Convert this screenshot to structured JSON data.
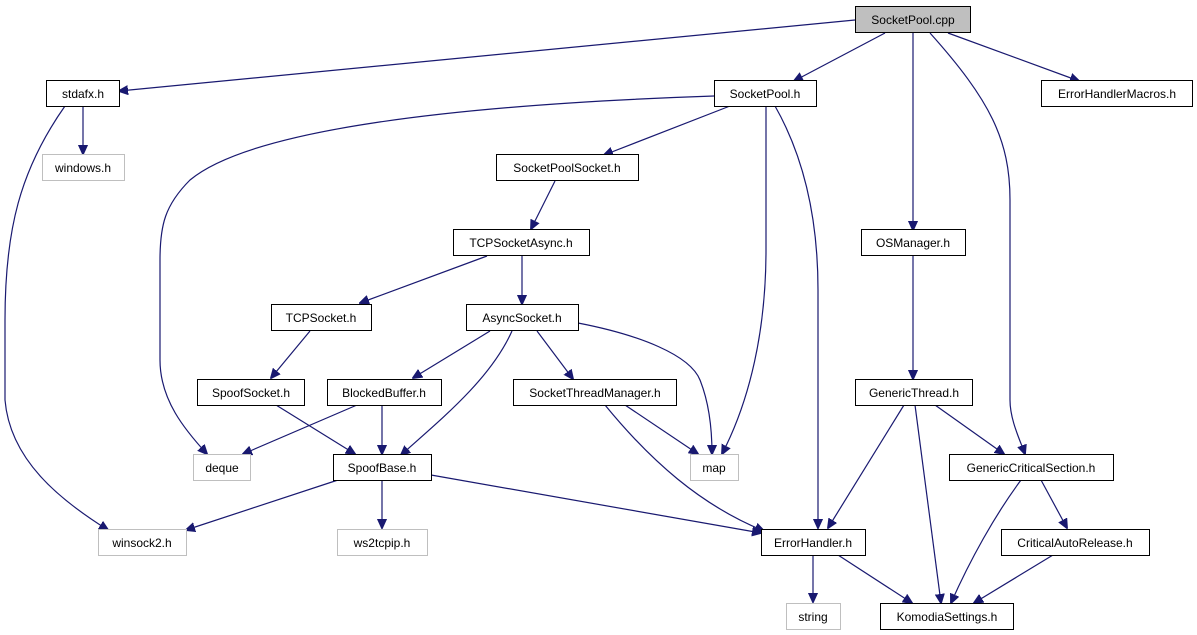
{
  "diagram": {
    "colors": {
      "edge": "#191970",
      "root_fill": "#bfbfbf",
      "box_border": "#000000",
      "external_border": "#bfbfbf",
      "background": "#ffffff"
    },
    "nodes": {
      "socketpool_cpp": {
        "label": "SocketPool.cpp",
        "kind": "root"
      },
      "stdafx_h": {
        "label": "stdafx.h",
        "kind": "project"
      },
      "socketpool_h": {
        "label": "SocketPool.h",
        "kind": "project"
      },
      "errorhandlermacros_h": {
        "label": "ErrorHandlerMacros.h",
        "kind": "project"
      },
      "windows_h": {
        "label": "windows.h",
        "kind": "external"
      },
      "socketpoolsocket_h": {
        "label": "SocketPoolSocket.h",
        "kind": "project"
      },
      "tcpsocketasync_h": {
        "label": "TCPSocketAsync.h",
        "kind": "project"
      },
      "osmanager_h": {
        "label": "OSManager.h",
        "kind": "project"
      },
      "tcpsocket_h": {
        "label": "TCPSocket.h",
        "kind": "project"
      },
      "asyncsocket_h": {
        "label": "AsyncSocket.h",
        "kind": "project"
      },
      "spoofsocket_h": {
        "label": "SpoofSocket.h",
        "kind": "project"
      },
      "blockedbuffer_h": {
        "label": "BlockedBuffer.h",
        "kind": "project"
      },
      "socketthreadmanager_h": {
        "label": "SocketThreadManager.h",
        "kind": "project"
      },
      "genericthread_h": {
        "label": "GenericThread.h",
        "kind": "project"
      },
      "deque": {
        "label": "deque",
        "kind": "external"
      },
      "spoofbase_h": {
        "label": "SpoofBase.h",
        "kind": "project"
      },
      "map": {
        "label": "map",
        "kind": "external"
      },
      "genericcriticalsection_h": {
        "label": "GenericCriticalSection.h",
        "kind": "project"
      },
      "winsock2_h": {
        "label": "winsock2.h",
        "kind": "external"
      },
      "ws2tcpip_h": {
        "label": "ws2tcpip.h",
        "kind": "external"
      },
      "errorhandler_h": {
        "label": "ErrorHandler.h",
        "kind": "project"
      },
      "criticalautorelease_h": {
        "label": "CriticalAutoRelease.h",
        "kind": "project"
      },
      "string": {
        "label": "string",
        "kind": "external"
      },
      "komodiasettings_h": {
        "label": "KomodiaSettings.h",
        "kind": "project"
      }
    },
    "edges": [
      {
        "from": "socketpool_cpp",
        "to": "stdafx_h"
      },
      {
        "from": "socketpool_cpp",
        "to": "socketpool_h"
      },
      {
        "from": "socketpool_cpp",
        "to": "errorhandlermacros_h"
      },
      {
        "from": "socketpool_cpp",
        "to": "osmanager_h"
      },
      {
        "from": "socketpool_cpp",
        "to": "genericcriticalsection_h"
      },
      {
        "from": "stdafx_h",
        "to": "windows_h"
      },
      {
        "from": "stdafx_h",
        "to": "winsock2_h"
      },
      {
        "from": "socketpool_h",
        "to": "deque"
      },
      {
        "from": "socketpool_h",
        "to": "socketpoolsocket_h"
      },
      {
        "from": "socketpool_h",
        "to": "map"
      },
      {
        "from": "socketpool_h",
        "to": "errorhandler_h"
      },
      {
        "from": "socketpoolsocket_h",
        "to": "tcpsocketasync_h"
      },
      {
        "from": "tcpsocketasync_h",
        "to": "tcpsocket_h"
      },
      {
        "from": "tcpsocketasync_h",
        "to": "asyncsocket_h"
      },
      {
        "from": "tcpsocket_h",
        "to": "spoofsocket_h"
      },
      {
        "from": "asyncsocket_h",
        "to": "blockedbuffer_h"
      },
      {
        "from": "asyncsocket_h",
        "to": "spoofbase_h"
      },
      {
        "from": "asyncsocket_h",
        "to": "socketthreadmanager_h"
      },
      {
        "from": "asyncsocket_h",
        "to": "map"
      },
      {
        "from": "spoofsocket_h",
        "to": "spoofbase_h"
      },
      {
        "from": "blockedbuffer_h",
        "to": "deque"
      },
      {
        "from": "blockedbuffer_h",
        "to": "spoofbase_h"
      },
      {
        "from": "socketthreadmanager_h",
        "to": "map"
      },
      {
        "from": "socketthreadmanager_h",
        "to": "errorhandler_h"
      },
      {
        "from": "spoofbase_h",
        "to": "winsock2_h"
      },
      {
        "from": "spoofbase_h",
        "to": "ws2tcpip_h"
      },
      {
        "from": "spoofbase_h",
        "to": "errorhandler_h"
      },
      {
        "from": "osmanager_h",
        "to": "genericthread_h"
      },
      {
        "from": "genericthread_h",
        "to": "errorhandler_h"
      },
      {
        "from": "genericthread_h",
        "to": "genericcriticalsection_h"
      },
      {
        "from": "genericthread_h",
        "to": "komodiasettings_h"
      },
      {
        "from": "genericcriticalsection_h",
        "to": "criticalautorelease_h"
      },
      {
        "from": "genericcriticalsection_h",
        "to": "komodiasettings_h"
      },
      {
        "from": "criticalautorelease_h",
        "to": "komodiasettings_h"
      },
      {
        "from": "errorhandler_h",
        "to": "string"
      },
      {
        "from": "errorhandler_h",
        "to": "komodiasettings_h"
      }
    ]
  }
}
